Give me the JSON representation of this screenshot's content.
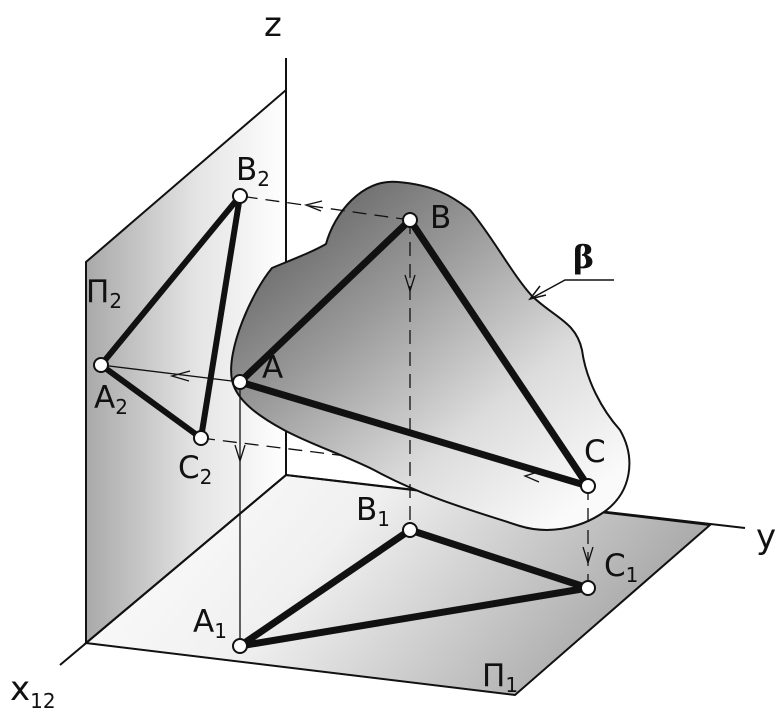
{
  "axes": {
    "z": "z",
    "y": "y",
    "x": "x",
    "x_sub": "12"
  },
  "planes": {
    "frontal": {
      "name": "Π",
      "sub": "2"
    },
    "horizontal": {
      "name": "Π",
      "sub": "1"
    }
  },
  "surface": {
    "name": "β"
  },
  "points": {
    "A": {
      "name": "A"
    },
    "B": {
      "name": "B"
    },
    "C": {
      "name": "C"
    },
    "A1": {
      "name": "A",
      "sub": "1"
    },
    "B1": {
      "name": "B",
      "sub": "1"
    },
    "C1": {
      "name": "C",
      "sub": "1"
    },
    "A2": {
      "name": "A",
      "sub": "2"
    },
    "B2": {
      "name": "B",
      "sub": "2"
    },
    "C2": {
      "name": "C",
      "sub": "2"
    }
  },
  "colors": {
    "ink": "#111111",
    "surface_dark": "#6e6e6e",
    "surface_light": "#fafafa",
    "plane_dark": "#a9a9a9",
    "plane_light": "#ffffff"
  }
}
